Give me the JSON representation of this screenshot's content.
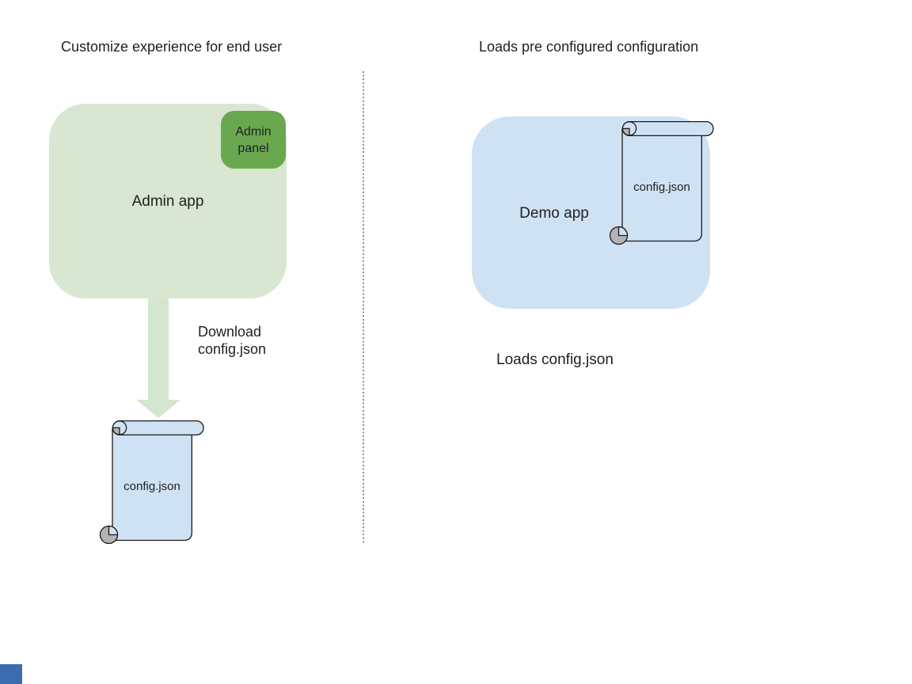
{
  "diagram": {
    "left": {
      "title": "Customize experience for end user",
      "admin_app_label": "Admin app",
      "admin_panel_label": "Admin panel",
      "download_label_line1": "Download",
      "download_label_line2": "config.json",
      "config_file_label": "config.json"
    },
    "right": {
      "title": "Loads pre configured configuration",
      "demo_app_label": "Demo app",
      "config_file_label": "config.json",
      "caption": "Loads config.json"
    }
  },
  "colors": {
    "admin_app_fill": "#d9e7d2",
    "admin_panel_fill": "#6aa84f",
    "arrow_fill": "#d5e6ce",
    "demo_app_fill": "#cfe2f3",
    "scroll_fill": "#cfe2f3",
    "scroll_curl_fill": "#b3b3b3",
    "outline": "#1a1a1a",
    "divider_gray": "#8f8f8f",
    "text": "#1f1f1f",
    "corner_square_fill": "#3c6bb0"
  }
}
